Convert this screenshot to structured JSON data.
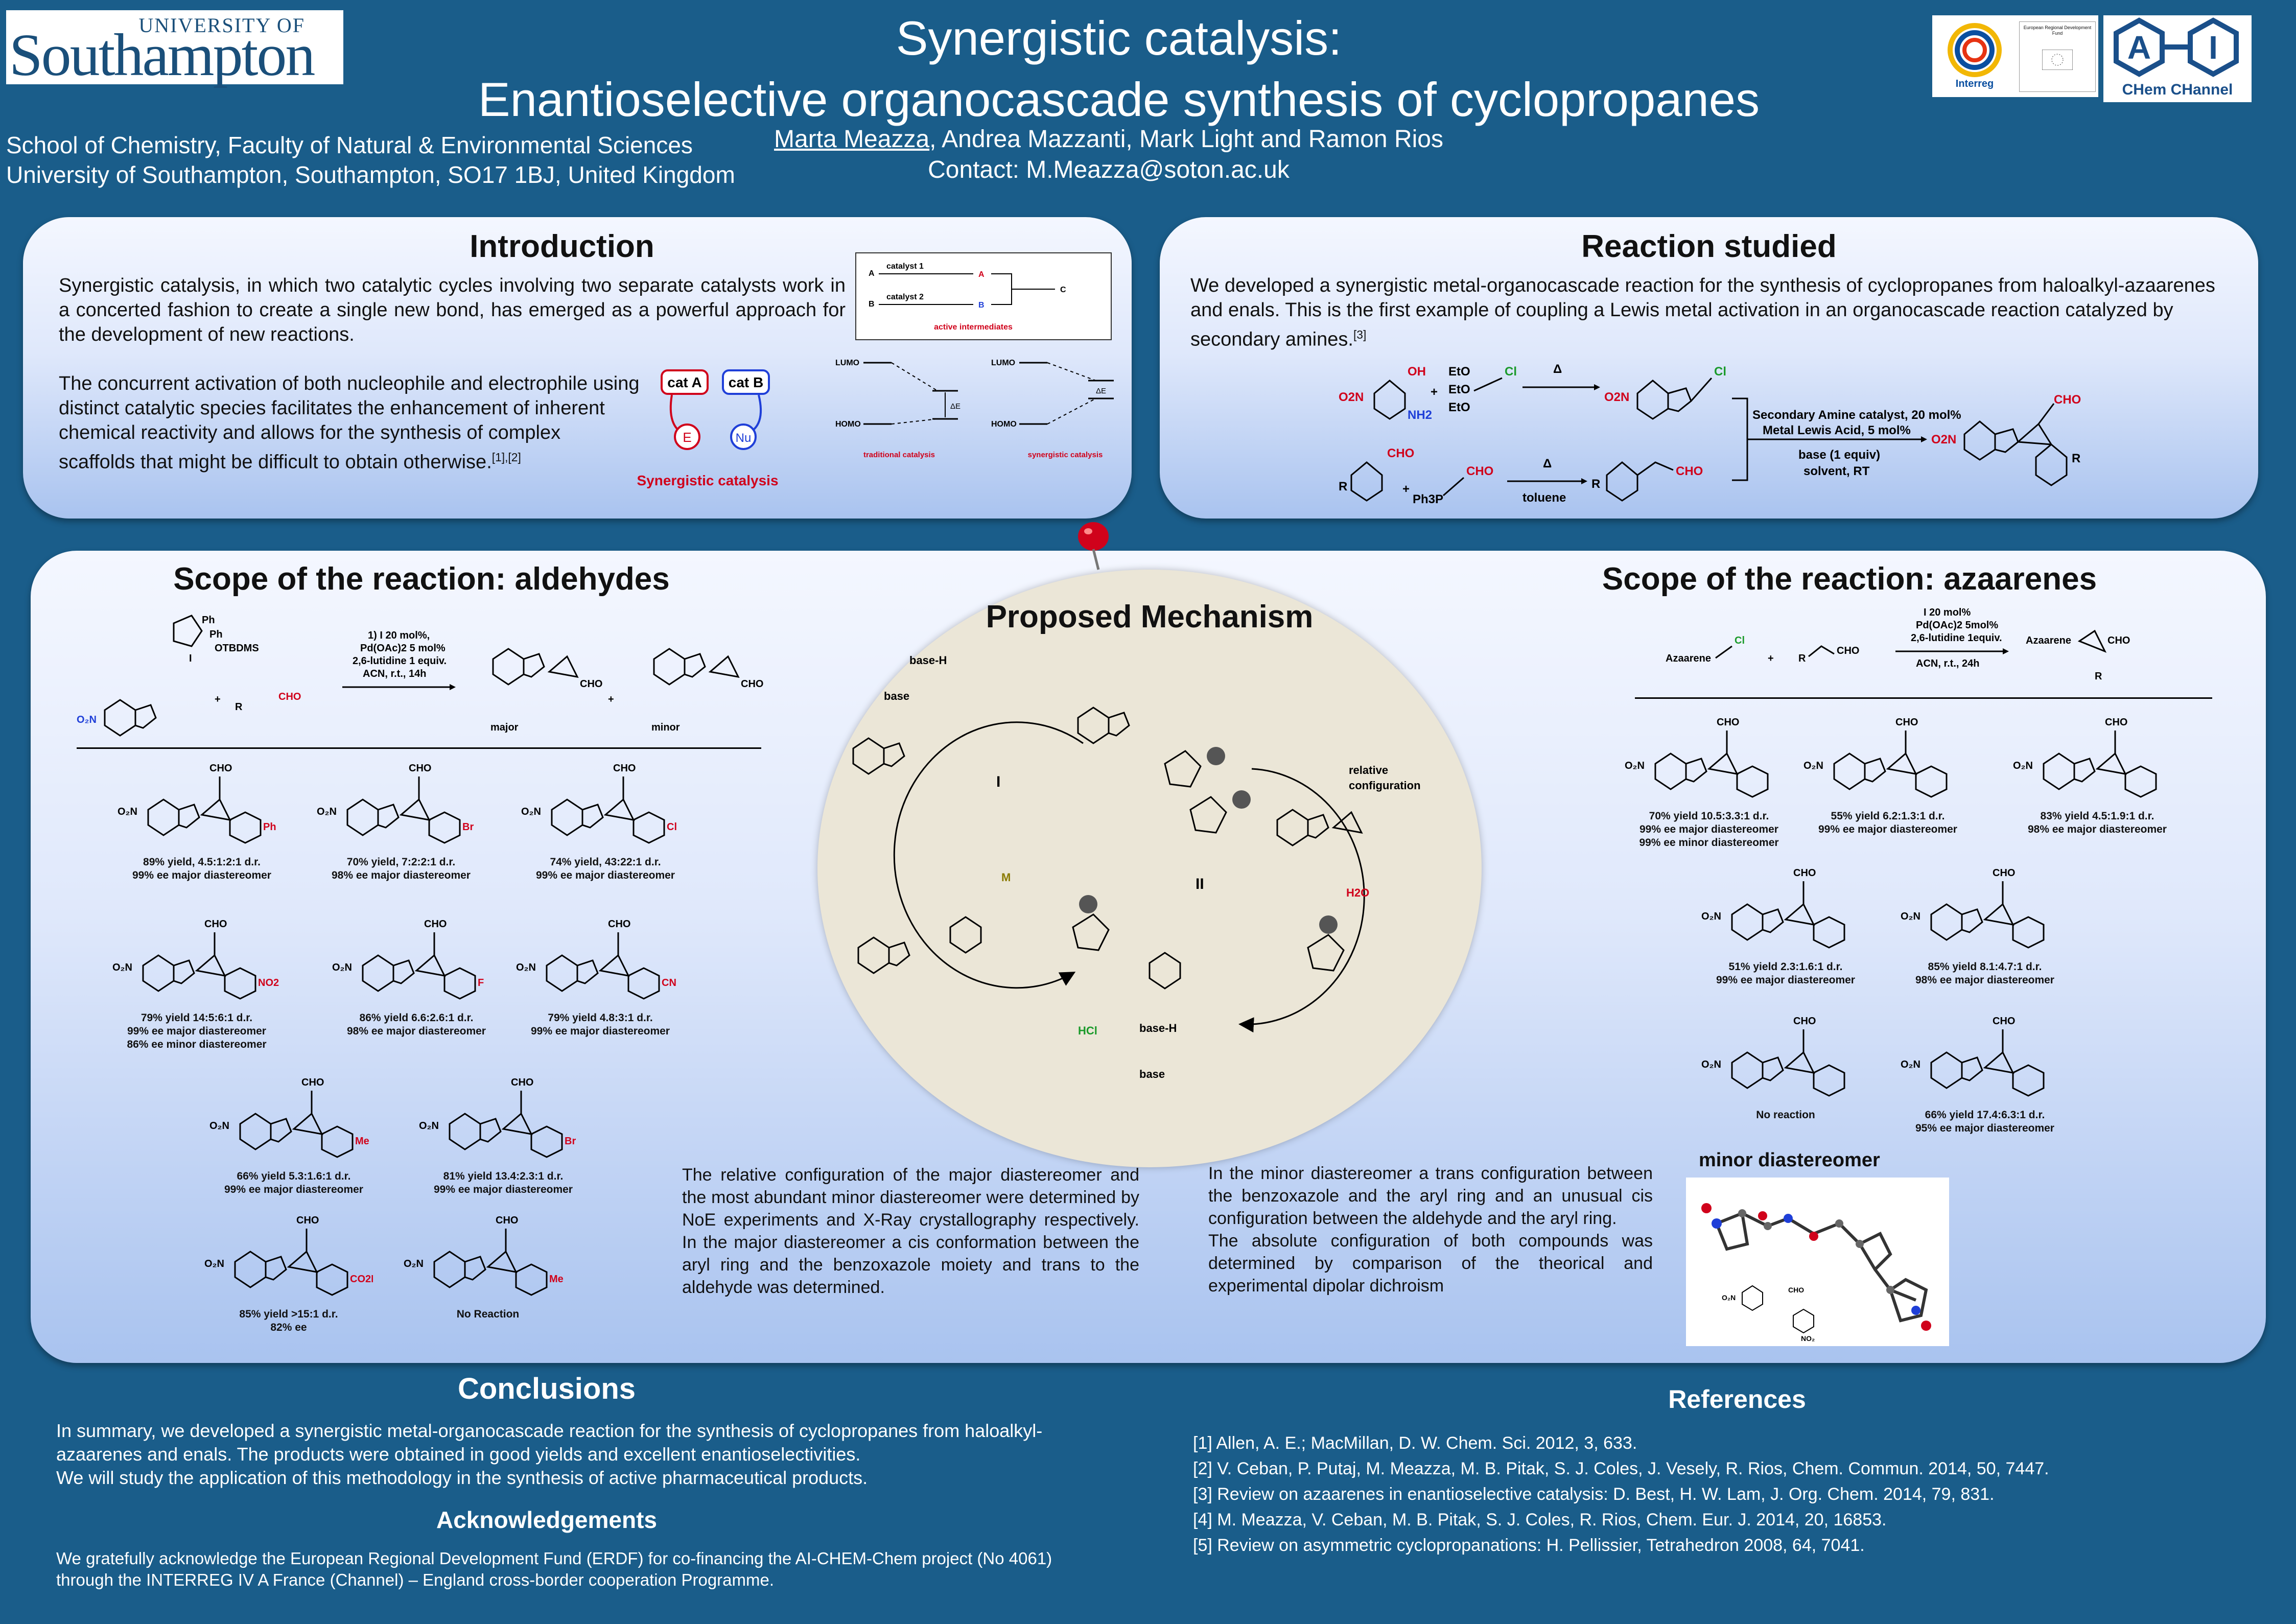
{
  "header": {
    "logo_line1": "UNIVERSITY OF",
    "logo_line2": "Southampton",
    "title_line1": "Synergistic catalysis:",
    "title_line2": "Enantioselective organocascade synthesis of cyclopropanes",
    "affiliation_line1": "School of Chemistry, Faculty of Natural & Environmental Sciences",
    "affiliation_line2": "University of Southampton, Southampton, SO17 1BJ, United Kingdom",
    "author_first": "Marta Meazza",
    "authors_rest": ", Andrea Mazzanti, Mark Light and Ramon Rios",
    "contact": "Contact: M.Meazza@soton.ac.uk",
    "partner_logo_1": "Interreg",
    "partner_logo_2_text": "European Regional Development Fund",
    "chem_logo_a": "A",
    "chem_logo_i": "I",
    "chem_logo_label": "CHem CHannel"
  },
  "introduction": {
    "title": "Introduction",
    "para1": "Synergistic catalysis, in which two catalytic cycles involving two separate catalysts work in a concerted fashion to create a single new bond, has emerged as a powerful approach for the development of new reactions.",
    "para2": "The concurrent activation of both nucleophile and electrophile using distinct catalytic species facilitates the enhancement of inherent chemical reactivity and allows for the synthesis of complex scaffolds that might be difficult to obtain otherwise.",
    "para2_ref": "[1],[2]",
    "fig_cat_a": "cat A",
    "fig_cat_b": "cat B",
    "fig_e": "E",
    "fig_nu": "Nu",
    "fig_caption": "Synergistic catalysis",
    "box_a": "A",
    "box_b": "B",
    "box_catalyst1": "catalyst 1",
    "box_catalyst2": "catalyst 2",
    "box_c": "C",
    "box_ai": "A",
    "box_bi": "B",
    "box_caption": "active intermediates",
    "lumo": "LUMO",
    "homo": "HOMO",
    "delta_e": "ΔE",
    "trad_caption": "traditional catalysis",
    "syn_caption": "synergistic catalysis"
  },
  "reaction": {
    "title": "Reaction studied",
    "text": "We developed a synergistic metal-organocascade reaction for the synthesis of cyclopropanes from haloalkyl-azaarenes and enals. This is the first example of coupling a Lewis metal activation in an organocascade reaction catalyzed by secondary amines.",
    "text_ref": "[3]",
    "cond1": "Secondary Amine catalyst, 20 mol%",
    "cond2": "Metal Lewis Acid, 5 mol%",
    "cond3": "base (1 equiv)",
    "cond4": "solvent, RT",
    "toluene": "toluene",
    "delta": "Δ",
    "reagent_eto": "EtO",
    "reagent_ph3p": "Ph3P",
    "oh": "OH",
    "nh2": "NH2",
    "no2": "O2N",
    "cl": "Cl",
    "cho": "CHO",
    "r": "R",
    "plus": "+"
  },
  "scope_aldehydes": {
    "title": "Scope of the reaction: aldehydes",
    "catalyst_label": "I",
    "catalyst_otbdms": "OTBDMS",
    "conditions": [
      "1) I 20 mol%,",
      "Pd(OAc)2 5 mol%",
      "2,6-lutidine 1 equiv.",
      "ACN, r.t., 14h"
    ],
    "major": "major",
    "minor": "minor",
    "products": [
      {
        "sub": "Ph",
        "l1": "89% yield, 4.5:1:2:1 d.r.",
        "l2": "99% ee major diastereomer",
        "l3": ""
      },
      {
        "sub": "Br",
        "l1": "70% yield, 7:2:2:1 d.r.",
        "l2": "98% ee major diastereomer",
        "l3": ""
      },
      {
        "sub": "Cl",
        "l1": "74% yield, 43:22:1 d.r.",
        "l2": "99% ee major diastereomer",
        "l3": ""
      },
      {
        "sub": "NO2",
        "l1": "79% yield 14:5:6:1 d.r.",
        "l2": "99% ee major diastereomer",
        "l3": "86% ee minor diastereomer"
      },
      {
        "sub": "F",
        "l1": "86% yield 6.6:2.6:1 d.r.",
        "l2": "98% ee major diastereomer",
        "l3": ""
      },
      {
        "sub": "CN",
        "l1": "79% yield 4.8:3:1 d.r.",
        "l2": "99% ee major diastereomer",
        "l3": ""
      },
      {
        "sub": "Me",
        "l1": "66% yield 5.3:1.6:1 d.r.",
        "l2": "99% ee major diastereomer",
        "l3": ""
      },
      {
        "sub": "Br",
        "l1": "81% yield 13.4:2.3:1 d.r.",
        "l2": "99% ee major diastereomer",
        "l3": ""
      },
      {
        "sub": "CO2Et",
        "l1": "85% yield >15:1 d.r.",
        "l2": "82% ee",
        "l3": ""
      },
      {
        "sub": "Me",
        "l1": "No Reaction",
        "l2": "",
        "l3": ""
      }
    ],
    "discussion": "The relative configuration of the major diastereomer and the most abundant minor diastereomer were determined by NoE experiments and X-Ray crystallography respectively. In the major diastereomer a cis conformation between the aryl ring and the benzoxazole moiety and trans to the aldehyde was determined."
  },
  "mechanism": {
    "title": "Proposed Mechanism",
    "base_h": "base-H",
    "base": "base",
    "hcl": "HCl",
    "h2o": "H2O",
    "m": "M",
    "cycle_1": "I",
    "cycle_2": "II",
    "rel_config_1": "relative",
    "rel_config_2": "configuration"
  },
  "scope_azaarenes": {
    "title": "Scope of the reaction: azaarenes",
    "conditions": [
      "I 20 mol%",
      "Pd(OAc)2 5mol%",
      "2,6-lutidine 1equiv.",
      "ACN, r.t., 24h"
    ],
    "azaarene": "Azaarene",
    "products": [
      {
        "l1": "70% yield 10.5:3.3:1 d.r.",
        "l2": "99% ee major diastereomer",
        "l3": "99% ee minor diastereomer"
      },
      {
        "l1": "55% yield 6.2:1.3:1 d.r.",
        "l2": "99% ee major diastereomer",
        "l3": ""
      },
      {
        "l1": "83% yield 4.5:1.9:1 d.r.",
        "l2": "98% ee major diastereomer",
        "l3": ""
      },
      {
        "l1": "51% yield 2.3:1.6:1 d.r.",
        "l2": "99% ee major diastereomer",
        "l3": ""
      },
      {
        "l1": "85% yield 8.1:4.7:1 d.r.",
        "l2": "98% ee major diastereomer",
        "l3": ""
      },
      {
        "l1": "No reaction",
        "l2": "",
        "l3": ""
      },
      {
        "l1": "66% yield 17.4:6.3:1 d.r.",
        "l2": "95% ee major diastereomer",
        "l3": ""
      }
    ],
    "minor_title": "minor diastereomer",
    "discussion_p1": "In the minor diastereomer a trans configuration between the benzoxazole and the aryl ring and an unusual cis configuration between the aldehyde and the aryl ring.",
    "discussion_p2": "The absolute configuration of both compounds was determined by comparison of the theorical and experimental dipolar dichroism"
  },
  "conclusions": {
    "title": "Conclusions",
    "text1": "In summary, we developed a synergistic metal-organocascade reaction for the synthesis of cyclopropanes from haloalkyl-azaarenes and enals. The products were obtained in good yields and excellent enantioselectivities.",
    "text2": "We will study the application of this methodology in the synthesis of active pharmaceutical products."
  },
  "acknowledgements": {
    "title": "Acknowledgements",
    "text": "We gratefully acknowledge the European Regional Development Fund (ERDF) for co-financing the AI-CHEM-Chem project (No 4061) through the INTERREG IV A France (Channel) – England cross-border cooperation Programme."
  },
  "references": {
    "title": "References",
    "items": [
      "[1] Allen, A. E.; MacMillan, D. W. Chem. Sci. 2012, 3, 633.",
      "[2] V. Ceban, P. Putaj, M. Meazza, M. B. Pitak, S. J. Coles, J. Vesely, R. Rios, Chem. Commun. 2014, 50, 7447.",
      "[3] Review on azaarenes in enantioselective catalysis: D. Best, H. W. Lam, J. Org. Chem. 2014, 79, 831.",
      "[4] M. Meazza, V. Ceban, M. B. Pitak, S. J. Coles, R. Rios, Chem. Eur. J. 2014, 20, 16853.",
      "[5] Review on asymmetric cyclopropanations: H. Pellissier, Tetrahedron 2008, 64, 7041."
    ]
  },
  "colors": {
    "background": "#1a5d8a",
    "red": "#d0021b",
    "blue": "#1f3fd8",
    "green": "#1a9a2a"
  }
}
